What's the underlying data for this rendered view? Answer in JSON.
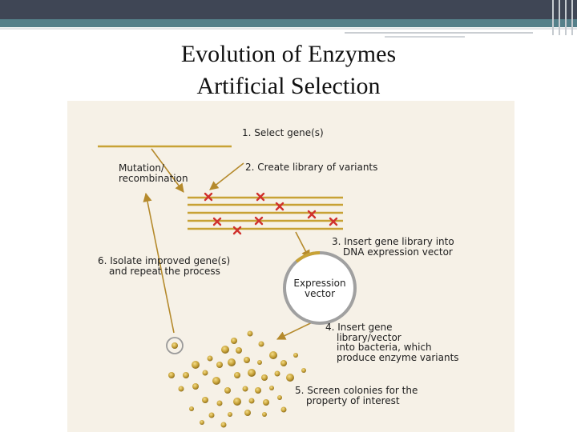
{
  "slide": {
    "title_line1": "Evolution of Enzymes",
    "title_line2": "Artificial Selection"
  },
  "figure": {
    "steps": {
      "step1": "1. Select gene(s)",
      "step2": "2. Create library of variants",
      "step3_line1": "3. Insert gene library into",
      "step3_line2": "DNA expression vector",
      "step4_line1": "4. Insert gene",
      "step4_line2": "library/vector",
      "step4_line3": "into bacteria, which",
      "step4_line4": "produce enzyme variants",
      "step5_line1": "5. Screen colonies for the",
      "step5_line2": "property of interest",
      "step6_line1": "6. Isolate improved gene(s)",
      "step6_line2": "and repeat the process"
    },
    "mutation_label_line1": "Mutation/",
    "mutation_label_line2": "recombination",
    "vector_label_line1": "Expression",
    "vector_label_line2": "vector"
  },
  "colors": {
    "header_bar": "#3f4655",
    "header_accent": "#55808a",
    "figure_bg": "#f6f1e7",
    "gene_line": "#c8a235",
    "mutation_x": "#d0312d",
    "arrow": "#b58a2c",
    "colony": "#c9a43a"
  }
}
